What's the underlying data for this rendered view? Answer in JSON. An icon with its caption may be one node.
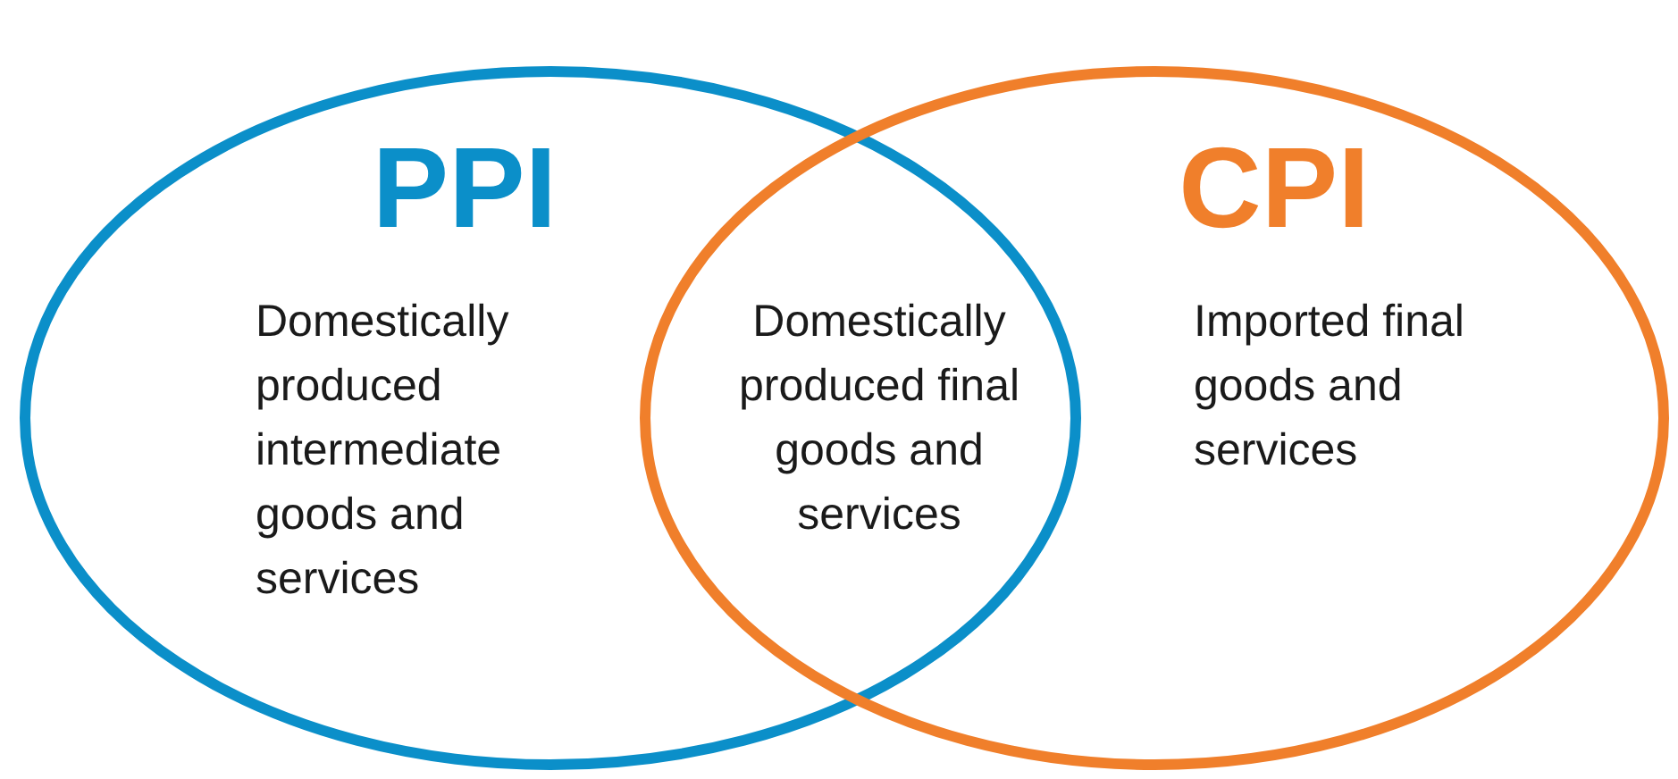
{
  "diagram": {
    "nodes": [
      {
        "text": [
          "PPI",
          "Domestically produced intermediate goods and services"
        ]
      },
      {
        "text": [
          "CPI",
          "Imported final goods and services"
        ]
      }
    ],
    "labels": [
      "Domestically produced final goods and services"
    ]
  }
}
